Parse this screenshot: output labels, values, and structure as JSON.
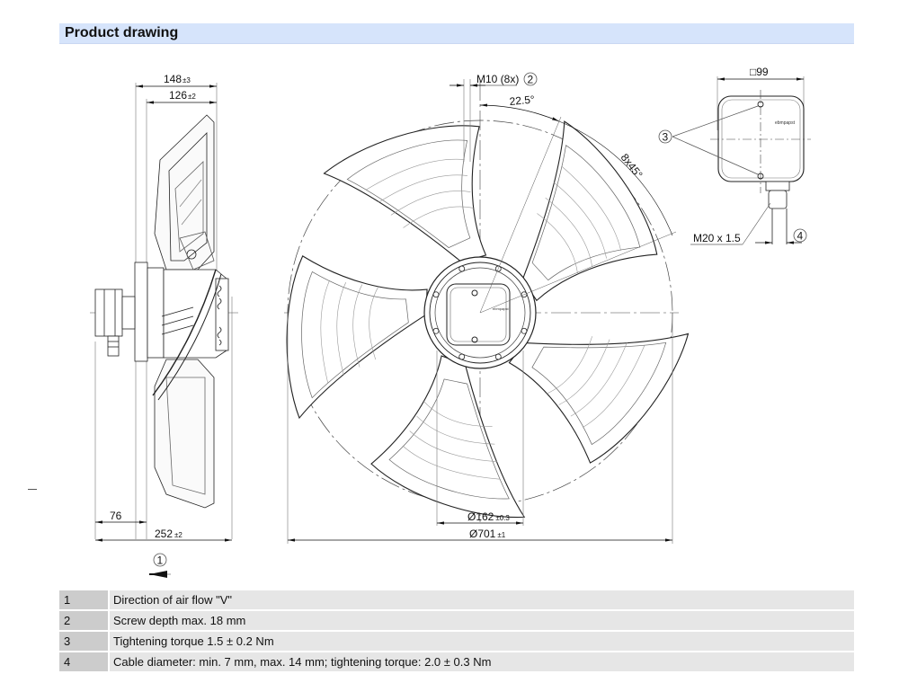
{
  "header": {
    "title": "Product drawing"
  },
  "side_view": {
    "dims": {
      "overall_depth": "148",
      "overall_depth_tol": "±3",
      "blade_depth": "126",
      "blade_depth_tol": "±2",
      "terminal_offset": "76",
      "total_length": "252",
      "total_length_tol": "±2"
    },
    "callout": "1"
  },
  "front_view": {
    "screw_label": "M10 (8x)",
    "screw_callout": "2",
    "angle_offset": "22.5°",
    "angle_spacing": "8x45°",
    "hub_diameter": "Ø162",
    "hub_diameter_tol": "±0.3",
    "outer_diameter": "Ø701",
    "outer_diameter_tol": "±1",
    "blade_count": 5
  },
  "terminal_box": {
    "size": "□99",
    "brand_text": "ebmpapst",
    "gland_label": "M20 x 1.5",
    "screw_callout": "3",
    "cable_callout": "4"
  },
  "notes": [
    {
      "num": "1",
      "text": "Direction of air flow \"V\""
    },
    {
      "num": "2",
      "text": "Screw depth max. 18 mm"
    },
    {
      "num": "3",
      "text": "Tightening torque 1.5 ± 0.2 Nm"
    },
    {
      "num": "4",
      "text": "Cable diameter: min. 7 mm, max. 14 mm; tightening torque: 2.0 ± 0.3 Nm"
    }
  ]
}
